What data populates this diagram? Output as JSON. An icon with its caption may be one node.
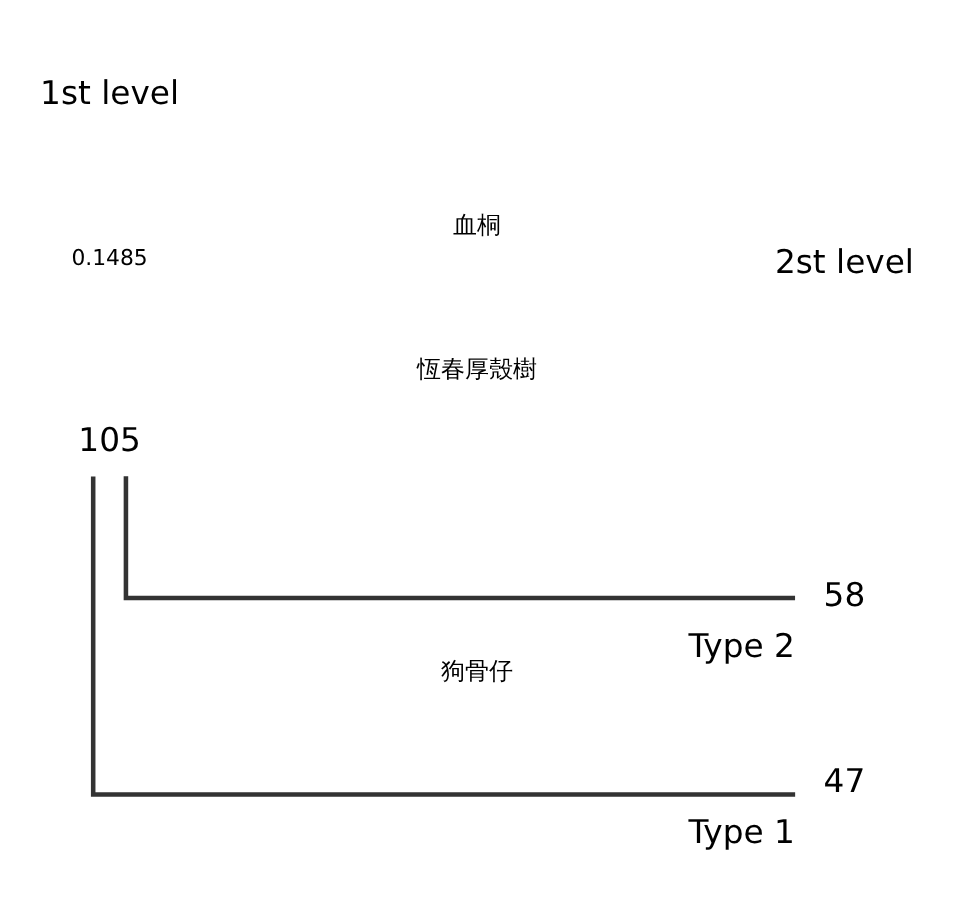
{
  "diagram": {
    "nodes": [
      {
        "text": [
          "105"
        ]
      },
      {
        "text": [
          "47"
        ],
        "beside": [
          "Type 1"
        ]
      },
      {
        "text": [
          "58"
        ],
        "beside": [
          "Type 2"
        ]
      }
    ],
    "edges": [
      {
        "from": 0,
        "to": 1,
        "arrow": "none"
      },
      {
        "from": 0,
        "to": 2,
        "arrow": "none"
      }
    ],
    "labels": [
      "1st level",
      "2st level",
      "0.1485",
      "血桐",
      "恆春厚殼樹",
      "狗骨仔"
    ]
  }
}
